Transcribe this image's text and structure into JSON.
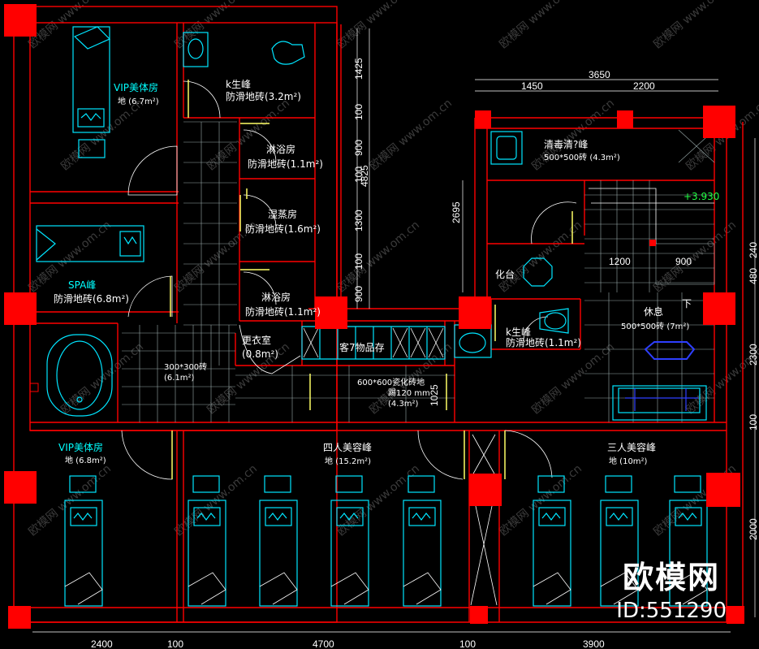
{
  "rooms": {
    "vip1": {
      "name": "VIP美体房",
      "sub": "地  (6.7m²)"
    },
    "toilet1": {
      "name": "k生峰",
      "sub": "防滑地砖(3.2m²)"
    },
    "shower1": {
      "name": "淋浴房",
      "sub": "防滑地砖(1.1m²)"
    },
    "steam": {
      "name": "湿蒸房",
      "sub": "防滑地砖(1.6m²)"
    },
    "shower2": {
      "name": "淋浴房",
      "sub": "防滑地砖(1.1m²)"
    },
    "spa": {
      "name": "SPA峰",
      "sub": "防滑地砖(6.8m²)"
    },
    "locker": {
      "name": "更衣室",
      "sub": "(0.8m²)"
    },
    "storage": {
      "name": "客7物品存"
    },
    "corridor_tile": {
      "name": "300*300砖",
      "sub": "(6.1m²)"
    },
    "hall": {
      "name": "600*600瓷化砖地",
      "sub": "踢120  mm",
      "sub2": "(4.3m²)"
    },
    "disinfect": {
      "name": "清毒清?峰",
      "sub": "500*500砖 (4.3m²)"
    },
    "makeup": {
      "name": "化台"
    },
    "toilet2": {
      "name": "k生峰",
      "sub": "防滑地砖(1.1m²)"
    },
    "rest": {
      "name": "休息",
      "sub": "500*500砖 (7m²)"
    },
    "vip2": {
      "name": "VIP美体房",
      "sub": "地  (6.8m²)"
    },
    "four": {
      "name": "四人美容峰",
      "sub": "地  (15.2m²)"
    },
    "three": {
      "name": "三人美容峰",
      "sub": "地  (10m²)"
    }
  },
  "dimensions": {
    "top_total": "3650",
    "top_left": "1450",
    "top_right": "2200",
    "vert_total": "4825",
    "vert_segs": [
      "1425",
      "100",
      "900",
      "100",
      "1300",
      "100",
      "900"
    ],
    "left_2695": "2695",
    "stair_1200": "1200",
    "stair_900": "900",
    "elev": "+3.930",
    "down": "下",
    "right_vals": [
      "480",
      "240",
      "2300",
      "100",
      "2000"
    ],
    "hall_1025": "1025",
    "bottom": [
      "2400",
      "100",
      "4700",
      "100",
      "3900"
    ]
  },
  "watermarks": {
    "site": "www.om.cn",
    "brand": "欧模网"
  },
  "brand": {
    "name": "欧模网",
    "id": "ID:551290"
  }
}
